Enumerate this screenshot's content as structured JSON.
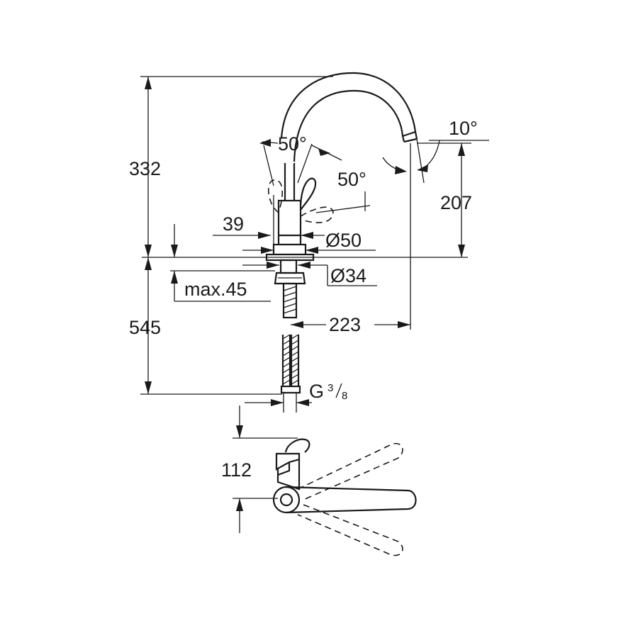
{
  "dimensions": {
    "height_top": "332",
    "height_bottom": "545",
    "spout_height": "207",
    "spout_reach": "223",
    "handle_width": "39",
    "body_diameter": "Ø50",
    "hole_diameter": "Ø34",
    "max_thickness": "max.45",
    "connection_main": "G",
    "connection_sup": "3",
    "connection_sub": "8",
    "top_view_length": "112"
  },
  "angles": {
    "handle_left": "50°",
    "handle_right": "50°",
    "spout_tilt": "10°"
  }
}
